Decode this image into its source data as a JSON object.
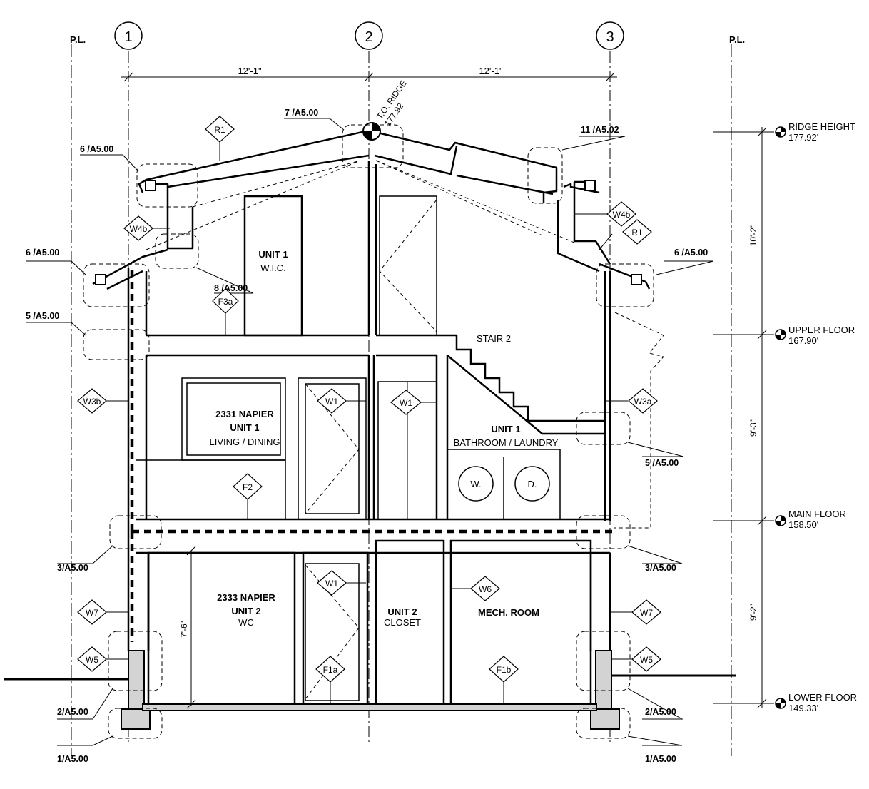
{
  "grid": {
    "gridlines": [
      "1",
      "2",
      "3"
    ],
    "property_line_left": "P.L.",
    "property_line_right": "P.L.",
    "span_left": "12'-1\"",
    "span_right": "12'-1\""
  },
  "ridge": {
    "label": "T.O. RIDGE",
    "value": "177.92"
  },
  "elevations": [
    {
      "name": "RIDGE HEIGHT",
      "value": "177.92'"
    },
    {
      "name": "UPPER FLOOR",
      "value": "167.90'"
    },
    {
      "name": "MAIN FLOOR",
      "value": "158.50'"
    },
    {
      "name": "LOWER FLOOR",
      "value": "149.33'"
    }
  ],
  "vertical_dims": {
    "upper": "10'-2\"",
    "middle": "9'-3\"",
    "lower": "9'-2\"",
    "wc_height": "7'-6\""
  },
  "rooms": {
    "wic_unit": "UNIT 1",
    "wic_name": "W.I.C.",
    "living_address": "2331 NAPIER",
    "living_unit": "UNIT 1",
    "living_name": "LIVING / DINING",
    "stair": "STAIR 2",
    "bath_unit": "UNIT 1",
    "bath_name": "BATHROOM / LAUNDRY",
    "washer": "W.",
    "dryer": "D.",
    "wc_address": "2333 NAPIER",
    "wc_unit": "UNIT 2",
    "wc_name": "WC",
    "closet_unit": "UNIT 2",
    "closet_name": "CLOSET",
    "mech": "MECH. ROOM"
  },
  "detail_refs": {
    "ref_7_a500": "7 /A5.00",
    "ref_6_a500_top": "6 /A5.00",
    "ref_11_a502": "11 /A5.02",
    "ref_6_a500_left": "6 /A5.00",
    "ref_6_a500_right": "6 /A5.00",
    "ref_8_a500": "8 /A5.00",
    "ref_5_a500_left": "5 /A5.00",
    "ref_5_a500_right": "5 /A5.00",
    "ref_3_a500_left": "3/A5.00",
    "ref_3_a500_right": "3/A5.00",
    "ref_2_a500_left": "2/A5.00",
    "ref_2_a500_right": "2/A5.00",
    "ref_1_a500_left": "1/A5.00",
    "ref_1_a500_right": "1/A5.00"
  },
  "tags": {
    "r1_top": "R1",
    "r1_right": "R1",
    "w4b_left": "W4b",
    "w4b_right": "W4b",
    "f3a": "F3a",
    "w3b": "W3b",
    "w3a": "W3a",
    "w1_living": "W1",
    "w1_bath": "W1",
    "w1_wc": "W1",
    "f2": "F2",
    "w6": "W6",
    "w7_left": "W7",
    "w7_right": "W7",
    "w5_left": "W5",
    "w5_right": "W5",
    "f1a": "F1a",
    "f1b": "F1b"
  }
}
